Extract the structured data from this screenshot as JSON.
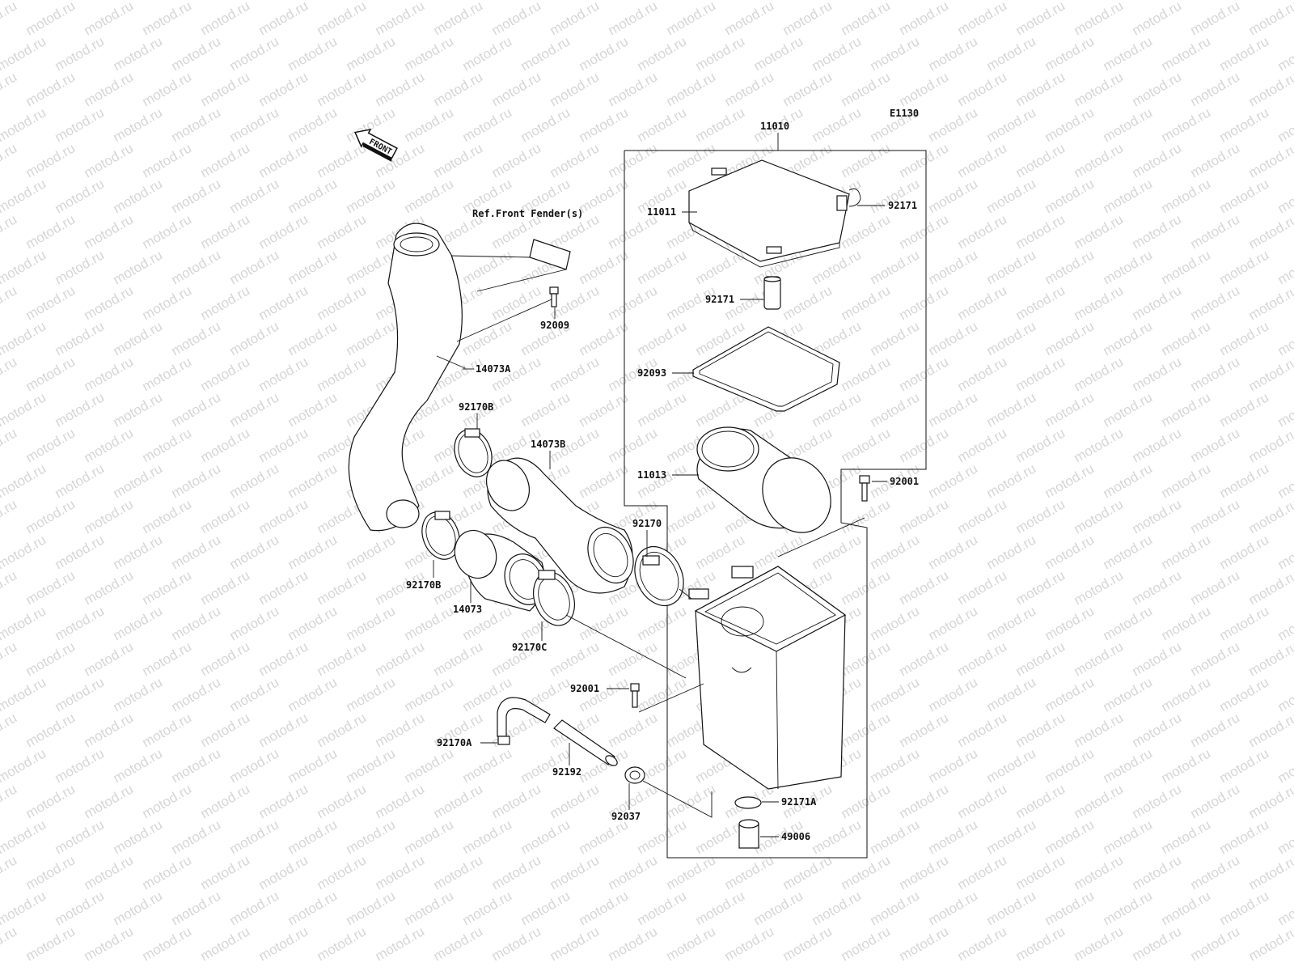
{
  "watermark": "motod.ru",
  "diagram_code": "E1130",
  "front_label": "FRONT",
  "reference_note": "Ref.Front Fender(s)",
  "labels": {
    "p11010": "11010",
    "p11011": "11011",
    "p92171_top": "92171",
    "p92171_mid": "92171",
    "p92093": "92093",
    "p11013": "11013",
    "p92001_right": "92001",
    "p92009": "92009",
    "p14073A": "14073A",
    "p92170B_top": "92170B",
    "p14073B": "14073B",
    "p92170": "92170",
    "p92170B_bottom": "92170B",
    "p14073": "14073",
    "p92170C": "92170C",
    "p92001_left": "92001",
    "p92170A": "92170A",
    "p92192": "92192",
    "p92037": "92037",
    "p92171A": "92171A",
    "p49006": "49006"
  }
}
